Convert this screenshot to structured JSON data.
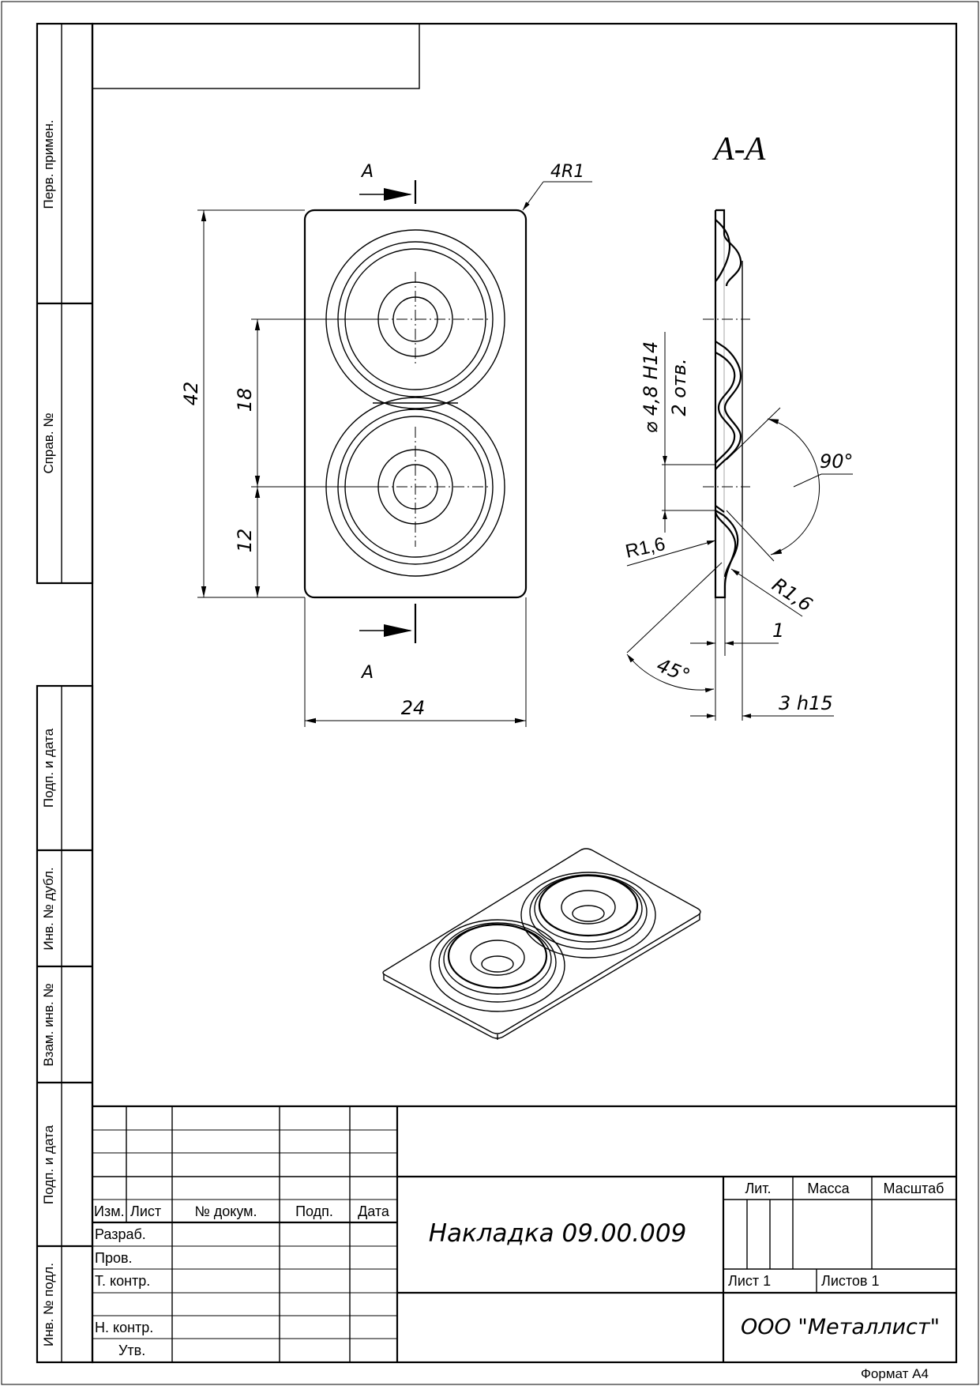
{
  "drawing": {
    "section_label": "А-А",
    "cut_letter_top": "А",
    "cut_letter_bottom": "А",
    "corner_radius_note": "4R1",
    "dim_height": "42",
    "dim_pitch": "18",
    "dim_bottom": "12",
    "dim_width": "24",
    "hole_note_line1": "⌀ 4,8 H14",
    "hole_note_line2": "2 отв.",
    "angle_90": "90°",
    "radius_inner": "R1,6",
    "radius_outer": "R1,6",
    "dim_thickness": "1",
    "angle_45": "45°",
    "dim_overall_thickness": "3 h15"
  },
  "side_strip": {
    "perv_primen": "Перв. примен.",
    "sprav_no": "Справ. №",
    "podp_data_1": "Подп. и дата",
    "inv_dubl": "Инв. № дубл.",
    "vzam_inv": "Взам. инв. №",
    "podp_data_2": "Подп. и дата",
    "inv_podl": "Инв. № подл."
  },
  "title_block": {
    "headers": {
      "izm": "Изм.",
      "list": "Лист",
      "dokum": "№ докум.",
      "podp": "Подп.",
      "data": "Дата"
    },
    "roles": {
      "razrab": "Разраб.",
      "prov": "Пров.",
      "t_kontr": "Т. контр.",
      "n_kontr": "Н. контр.",
      "utv": "Утв."
    },
    "designation": "Накладка 09.00.009",
    "lit_label": "Лит.",
    "massa_label": "Масса",
    "masshtab_label": "Масштаб",
    "sheet": "Лист 1",
    "sheets_total": "Листов 1",
    "organization": "ООО \"Металлист\""
  },
  "format_label": "Формат А4"
}
